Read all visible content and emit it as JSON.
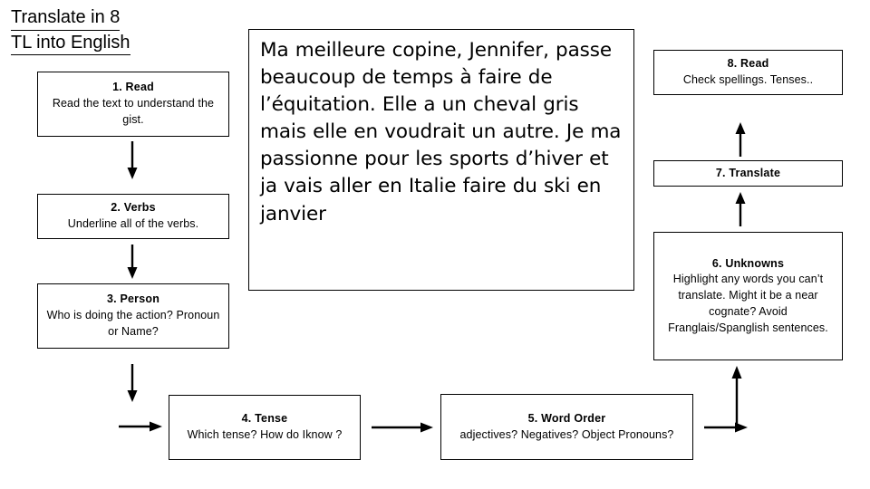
{
  "heading": {
    "line1": "Translate in 8",
    "line2": "TL into English"
  },
  "passage": {
    "language": "French",
    "text": "Ma meilleure copine, Jennifer, passe beaucoup de temps à faire de l’équitation. Elle a un cheval gris mais elle en voudrait un autre. Je ma passionne pour les sports d’hiver et ja vais aller en Italie faire du ski en janvier"
  },
  "steps": [
    {
      "id": "step-1-read",
      "title": "1.  Read",
      "body": "Read the text to understand the gist."
    },
    {
      "id": "step-2-verbs",
      "title": "2.  Verbs",
      "body": "Underline all of the verbs."
    },
    {
      "id": "step-3-person",
      "title": "3.  Person",
      "body": "Who is doing the action? Pronoun or Name?"
    },
    {
      "id": "step-4-tense",
      "title": "4.  Tense",
      "body": "Which tense?  How do Iknow ?"
    },
    {
      "id": "step-5-word-order",
      "title": "5.  Word Order",
      "body": "adjectives?  Negatives?  Object Pronouns?"
    },
    {
      "id": "step-6-unknowns",
      "title": "6.  Unknowns",
      "body": "Highlight any words you can’t translate.  Might it be a near cognate?  Avoid Franglais/Spanglish sentences."
    },
    {
      "id": "step-7-translate",
      "title": "7.  Translate",
      "body": ""
    },
    {
      "id": "step-8-read",
      "title": "8.  Read",
      "body": "Check spellings.  Tenses.."
    }
  ],
  "connectors": [
    {
      "id": "arrow-1-to-2",
      "direction": "down"
    },
    {
      "id": "arrow-2-to-3",
      "direction": "down"
    },
    {
      "id": "arrow-3-down",
      "direction": "down"
    },
    {
      "id": "arrow-3-to-4",
      "direction": "right"
    },
    {
      "id": "arrow-4-to-5",
      "direction": "right"
    },
    {
      "id": "arrow-5-right",
      "direction": "right"
    },
    {
      "id": "arrow-5-to-6",
      "direction": "up"
    },
    {
      "id": "arrow-6-to-7",
      "direction": "up"
    },
    {
      "id": "arrow-7-to-8",
      "direction": "up"
    }
  ],
  "colors": {
    "background": "#ffffff",
    "stroke": "#000000",
    "text": "#000000"
  }
}
